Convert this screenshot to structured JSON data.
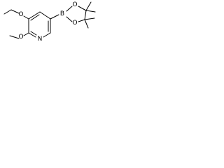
{
  "structure": {
    "atoms": {
      "o_ethoxy": "O",
      "o_methoxy": "O",
      "n_ring": "N",
      "b": "B",
      "o_ring_upper": "O",
      "o_ring_lower": "O"
    },
    "colors": {
      "bond": "#000000",
      "label": "#000000",
      "background": "#ffffff"
    }
  }
}
